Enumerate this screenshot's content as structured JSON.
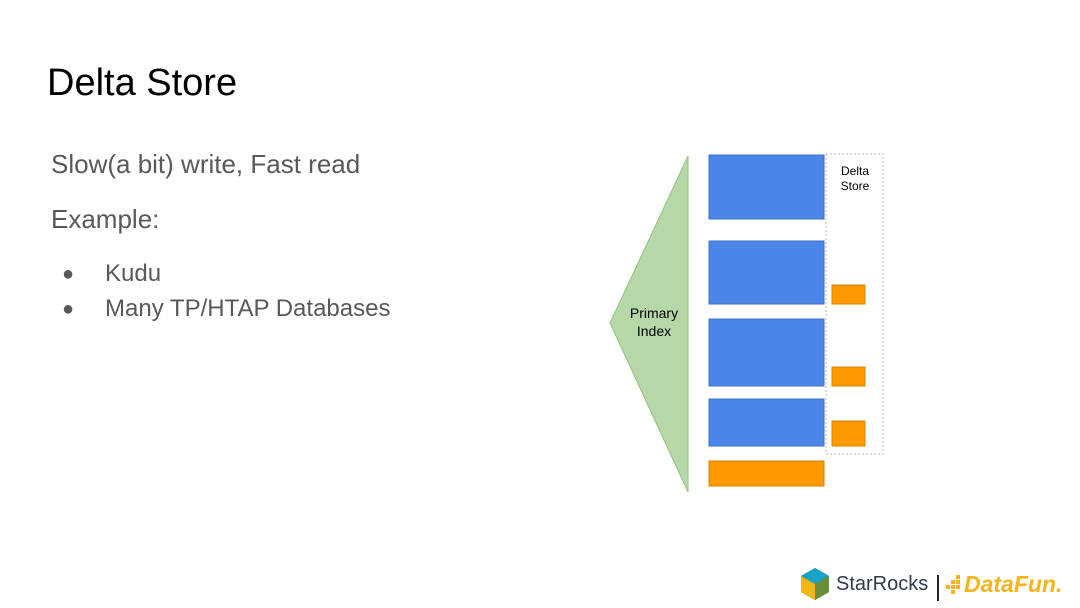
{
  "slide": {
    "title": "Delta Store",
    "lines": [
      "Slow(a bit) write, Fast read",
      "Example:"
    ],
    "bullets": [
      "Kudu",
      "Many TP/HTAP Databases"
    ]
  },
  "diagram": {
    "index_label_line1": "Primary",
    "index_label_line2": "Index",
    "delta_label_line1": "Delta",
    "delta_label_line2": "Store",
    "colors": {
      "index": "#b6d7a8",
      "block": "#4a86e8",
      "delta": "#ff9900",
      "delta_border": "#bbbbbb"
    }
  },
  "logos": {
    "starrocks": "StarRocks",
    "datafun": "DataFun."
  }
}
